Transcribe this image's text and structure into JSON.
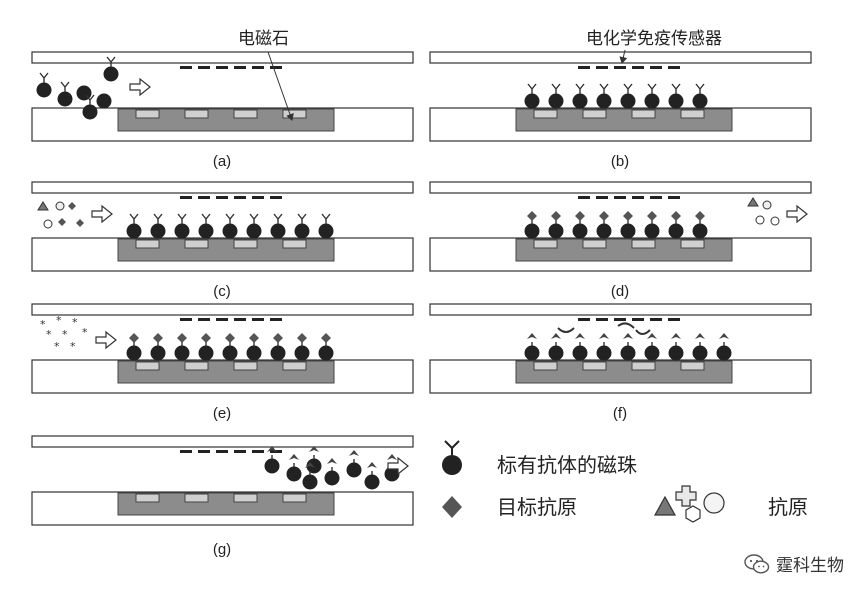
{
  "labels": {
    "electromagnet": "电磁石",
    "sensor": "电化学免疫传感器"
  },
  "panels": [
    {
      "id": "a",
      "label": "(a)"
    },
    {
      "id": "b",
      "label": "(b)"
    },
    {
      "id": "c",
      "label": "(c)"
    },
    {
      "id": "d",
      "label": "(d)"
    },
    {
      "id": "e",
      "label": "(e)"
    },
    {
      "id": "f",
      "label": "(f)"
    },
    {
      "id": "g",
      "label": "(g)"
    }
  ],
  "legend": {
    "bead": "标有抗体的磁珠",
    "target": "目标抗原",
    "antigen": "抗原"
  },
  "watermark": "霆科生物",
  "colors": {
    "bead": "#222222",
    "substrate": "#8c8c8c",
    "target_antigen": "#555555",
    "outline": "#333333"
  },
  "icons": {
    "watermark_icon": "wechat-icon",
    "flow_arrow": "flow-arrow-icon"
  }
}
